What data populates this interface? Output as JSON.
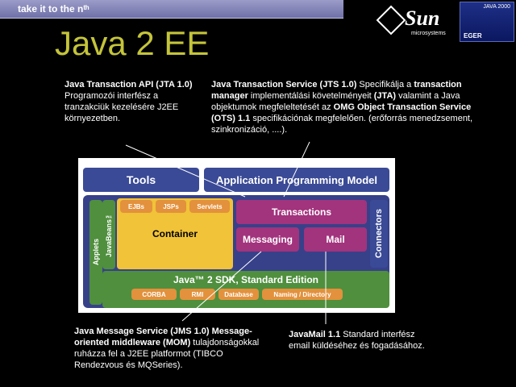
{
  "header": {
    "tagline": "take it to the nᵗʰ",
    "sun_logo": "Sun",
    "sun_sub": "microsystems",
    "eger_year": "JAVA 2000",
    "eger_name": "EGER"
  },
  "title": "Java 2 EE",
  "jta": {
    "bold": "Java Transaction API (JTA 1.0)",
    "text": " Programozói interfész a tranzakciük kezelésére J2EE környezetben."
  },
  "jts": {
    "bold1": "Java Transaction Service (JTS 1.0)",
    "t1": " Specifikálja a ",
    "bold2": "transaction manager",
    "t2": " implementálási követelményeit ",
    "bold3": "(JTA)",
    "t3": " valamint a Java objektumok megfeleltetését az ",
    "bold4": "OMG Object Transaction Service (OTS) 1.1",
    "t4": " specifikációnak megfelelően. (erőforrás menedzsement, szinkronizáció, ....)."
  },
  "jms": {
    "bold": "Java Message Service (JMS 1.0) Message-oriented middleware (MOM)",
    "text": " tulajdonságokkal ruházza fel a J2EE platformot (TIBCO Rendezvous és MQSeries)."
  },
  "javamail": {
    "bold": "JavaMail 1.1",
    "text": " Standard interfész email küldéséhez és fogadásához."
  },
  "diagram": {
    "tools": "Tools",
    "apm": "Application Programming Model",
    "applets": "Applets",
    "javabeans": "JavaBeans™",
    "ejbs": "EJBs",
    "jsps": "JSPs",
    "servlets": "Servlets",
    "container": "Container",
    "transactions": "Transactions",
    "messaging": "Messaging",
    "mail": "Mail",
    "connectors": "Connectors",
    "sdk": "Java™ 2 SDK, Standard Edition",
    "corba": "CORBA",
    "rmi": "RMI",
    "database": "Database",
    "naming": "Naming / Directory"
  }
}
